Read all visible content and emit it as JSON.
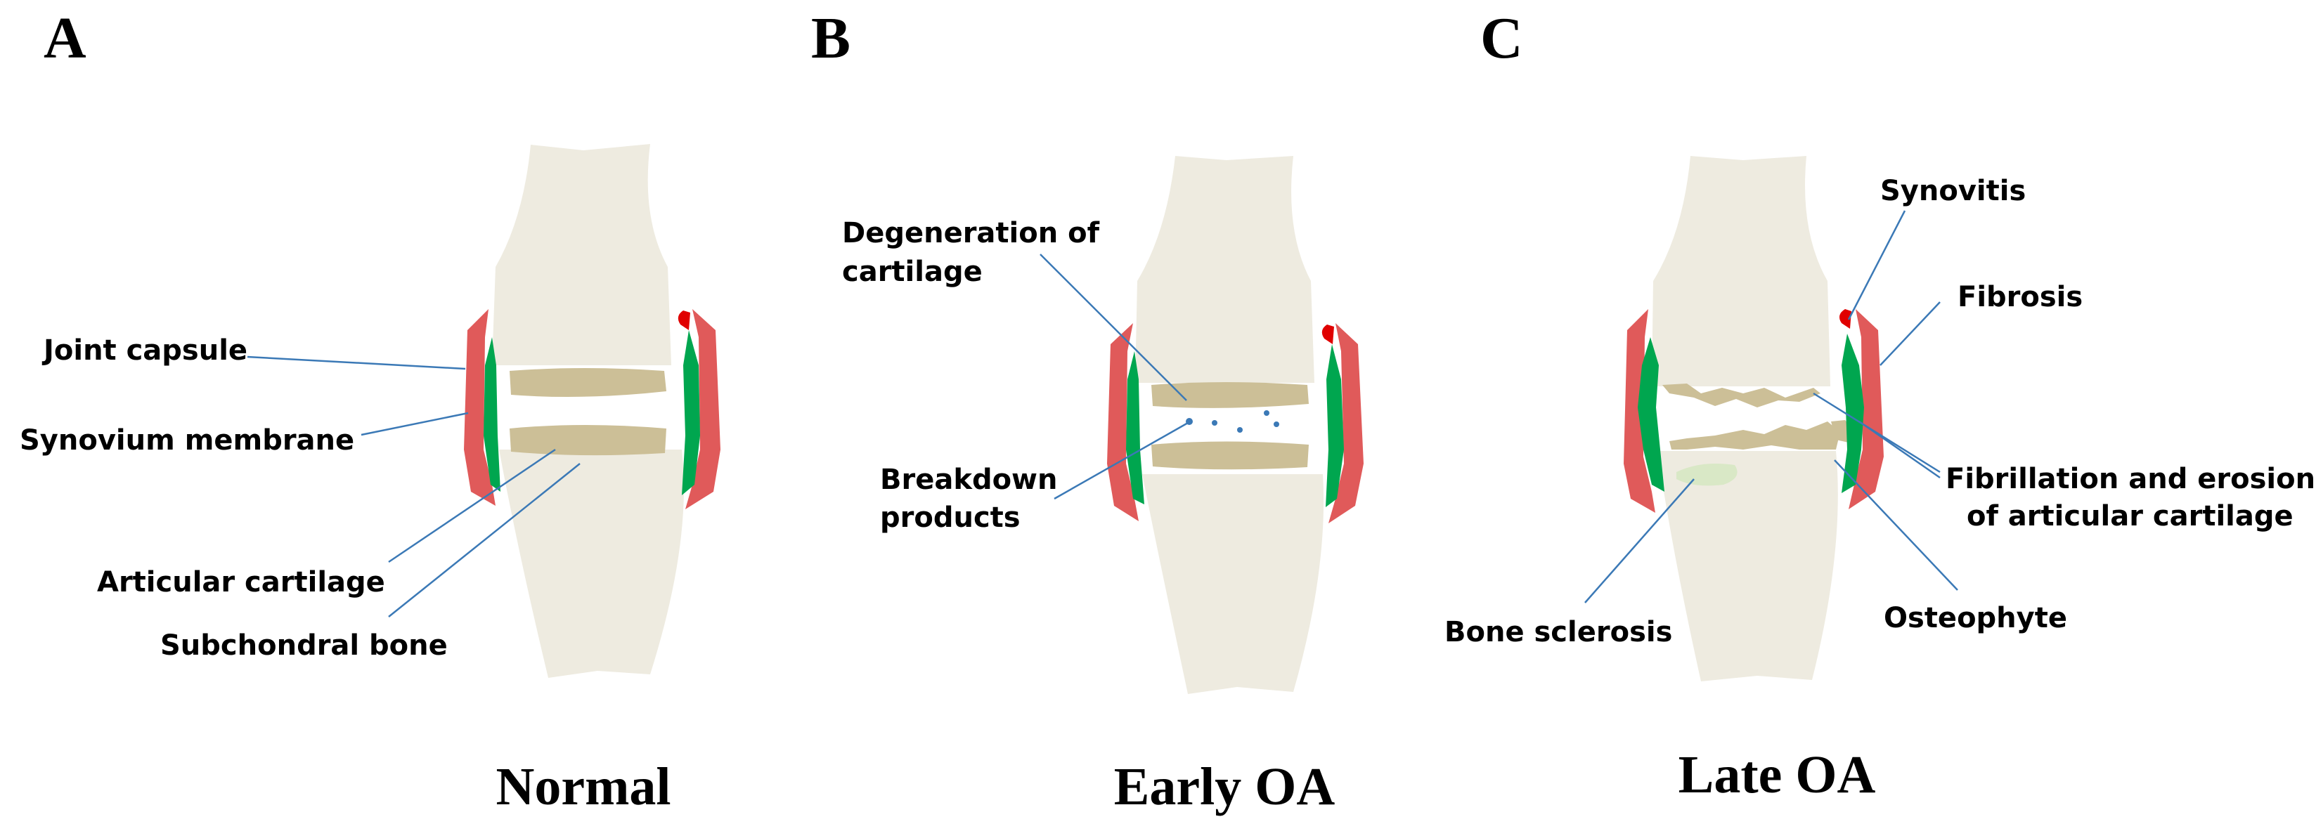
{
  "panels": [
    {
      "letter": "A",
      "caption": "Normal",
      "labels": {
        "joint_capsule": "Joint capsule",
        "synovium_membrane": "Synovium membrane",
        "articular_cartilage": "Articular cartilage",
        "subchondral_bone": "Subchondral bone"
      }
    },
    {
      "letter": "B",
      "caption": "Early OA",
      "labels": {
        "degeneration_line1": "Degeneration of",
        "degeneration_line2": "cartilage",
        "breakdown_line1": "Breakdown",
        "breakdown_line2": "products"
      }
    },
    {
      "letter": "C",
      "caption": "Late OA",
      "labels": {
        "synovitis": "Synovitis",
        "fibrosis": "Fibrosis",
        "fibrillation_line1": "Fibrillation and erosion",
        "fibrillation_line2": "of  articular cartilage",
        "osteophyte": "Osteophyte",
        "bone_sclerosis": "Bone sclerosis"
      }
    }
  ],
  "colors": {
    "bone": "#eeebe0",
    "cartilage": "#ccbf97",
    "joint_capsule": "#e05a5a",
    "synovium": "#00a64f",
    "leader_line": "#3b79b6"
  }
}
